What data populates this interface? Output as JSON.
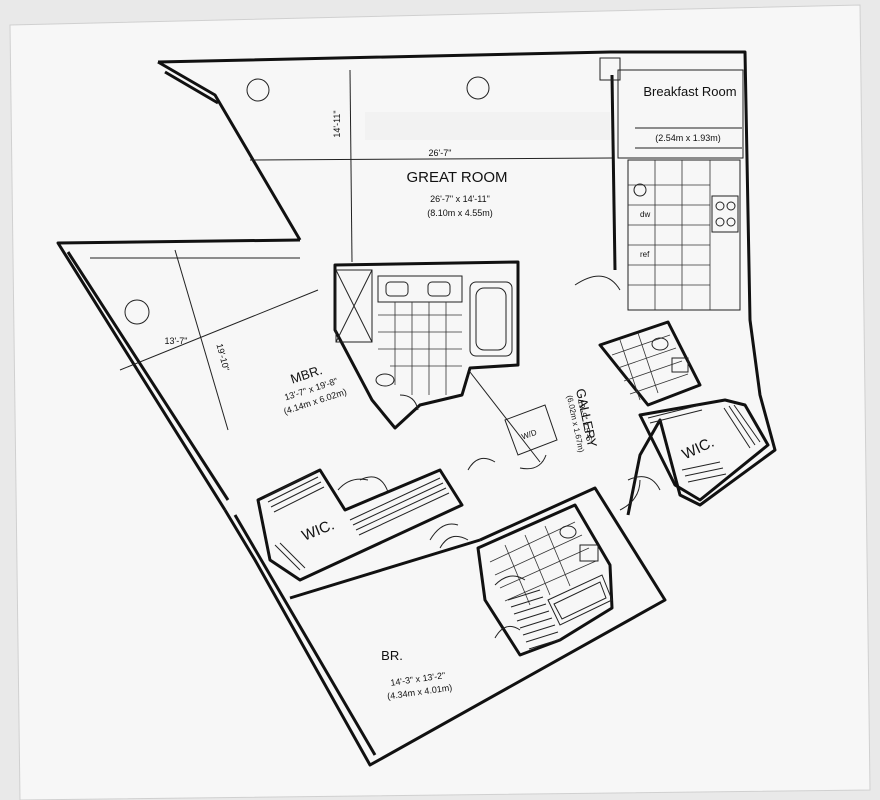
{
  "floorplan": {
    "breakfast_room": {
      "name": "Breakfast Room",
      "dims_metric": "(2.54m x 1.93m)"
    },
    "great_room": {
      "name": "GREAT ROOM",
      "dims": "26'-7\" x 14'-11\"",
      "dims_metric": "(8.10m x 4.55m)",
      "width_label": "26'-7\"",
      "depth_label": "14'-11\""
    },
    "master_bedroom": {
      "name": "MBR.",
      "dims": "13'-7\" x 19'-8\"",
      "dims_metric": "(4.14m x 6.02m)",
      "width_label": "13'-7\"",
      "depth_label": "19'-10\""
    },
    "gallery": {
      "name": "GALLERY",
      "dims": "19'-9\" x 5'-6\"",
      "dims_metric": "(6.02m x 1.67m)"
    },
    "bedroom": {
      "name": "BR.",
      "dims": "14'-3\" x 13'-2\"",
      "dims_metric": "(4.34m x 4.01m)"
    },
    "wic_1": {
      "name": "WIC."
    },
    "wic_2": {
      "name": "WIC."
    },
    "washer_dryer": {
      "name": "W/D"
    },
    "kitchen": {
      "dw_label": "dw",
      "ref_label": "ref"
    }
  }
}
